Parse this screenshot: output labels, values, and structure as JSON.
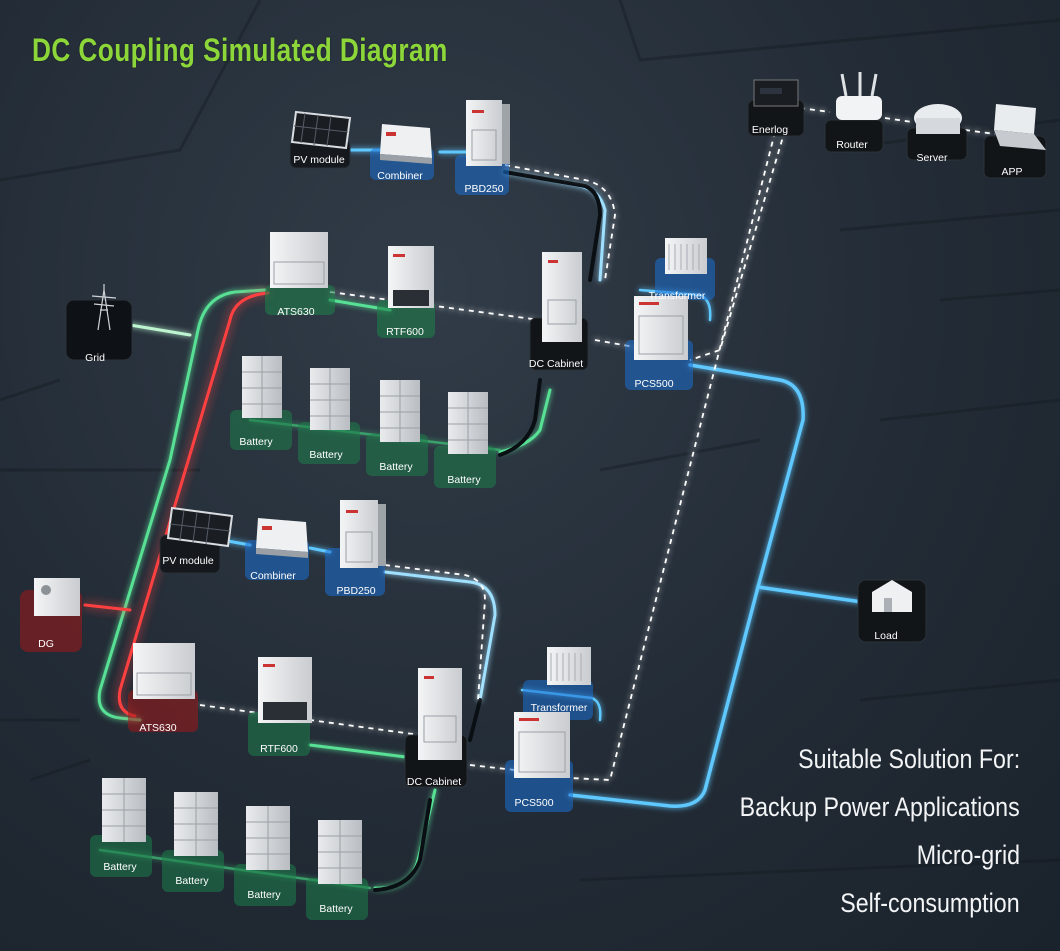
{
  "title": "DC Coupling Simulated Diagram",
  "colors": {
    "title": "#8cd63a",
    "dc_line": "#5ec8ff",
    "ac_line": "#4fdc8a",
    "dg_line": "#ff3b3b",
    "comm_line": "#ffffff",
    "pad_blue": "#1b6fd1",
    "pad_green": "#1e7d4a",
    "pad_red": "#a01818"
  },
  "system_top": {
    "pv_module": "PV module",
    "combiner": "Combiner",
    "pbd": "PBD250",
    "ats": "ATS630",
    "rtf": "RTF600",
    "dc_cabinet": "DC Cabinet",
    "transformer": "Transformer",
    "pcs": "PCS500",
    "batteries": [
      "Battery",
      "Battery",
      "Battery",
      "Battery"
    ]
  },
  "system_bottom": {
    "pv_module": "PV module",
    "combiner": "Combiner",
    "pbd": "PBD250",
    "ats": "ATS630",
    "rtf": "RTF600",
    "dc_cabinet": "DC Cabinet",
    "transformer": "Transformer",
    "pcs": "PCS500",
    "batteries": [
      "Battery",
      "Battery",
      "Battery",
      "Battery"
    ]
  },
  "monitoring": {
    "enerlog": "Enerlog",
    "router": "Router",
    "server": "Server",
    "app": "APP"
  },
  "grid": "Grid",
  "dg": "DG",
  "load": "Load",
  "solutions": {
    "heading": "Suitable Solution For:",
    "items": [
      "Backup Power Applications",
      "Micro-grid",
      "Self-consumption"
    ]
  }
}
